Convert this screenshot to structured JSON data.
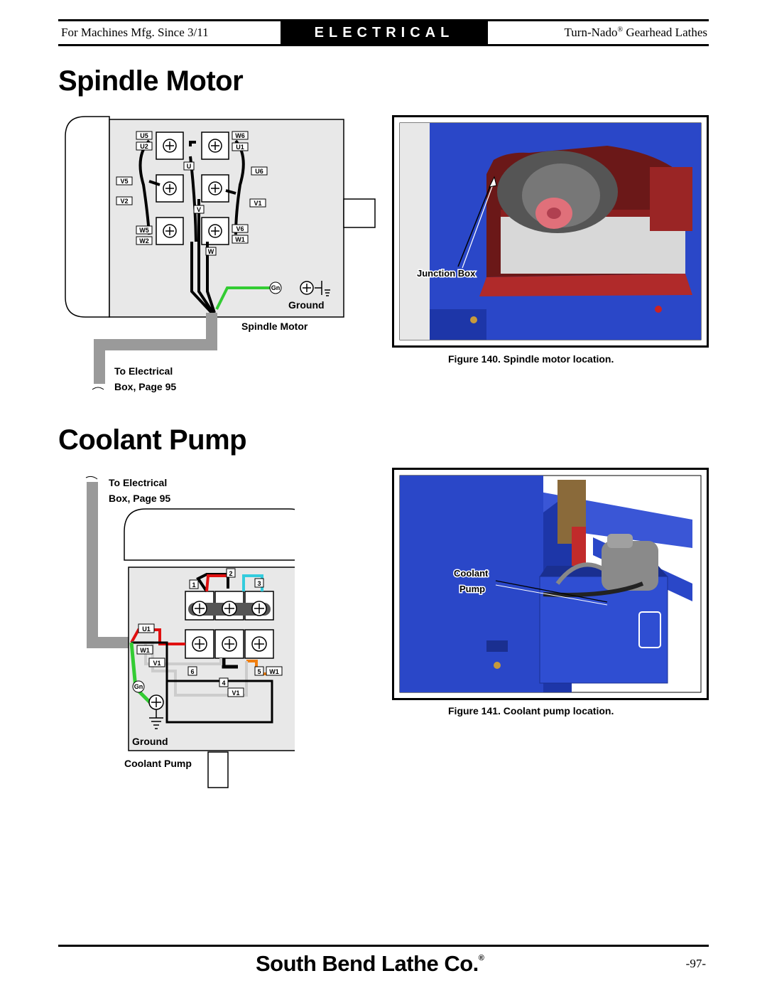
{
  "header": {
    "left": "For Machines Mfg. Since 3/11",
    "tab": "ELECTRICAL",
    "right_prefix": "Turn-Nado",
    "right_reg": "®",
    "right_suffix": " Gearhead Lathes"
  },
  "spindle": {
    "title": "Spindle Motor",
    "diagram": {
      "terminals_left": [
        "U5",
        "U2",
        "V5",
        "V2",
        "W5",
        "W2"
      ],
      "terminals_right": [
        "W6",
        "U1",
        "U6",
        "V1",
        "V6",
        "W1"
      ],
      "terminals_mid": [
        "U",
        "V",
        "W"
      ],
      "gn": "Gn",
      "ground_label": "Ground",
      "motor_label": "Spindle Motor",
      "to_box_line1": "To Electrical",
      "to_box_line2": "Box, Page 95"
    },
    "photo_callout": "Junction Box",
    "caption": "Figure 140. Spindle motor location."
  },
  "coolant": {
    "title": "Coolant Pump",
    "diagram": {
      "to_box_line1": "To Electrical",
      "to_box_line2": "Box, Page 95",
      "numbers": [
        "1",
        "2",
        "3",
        "4",
        "5",
        "6"
      ],
      "tags": [
        "U1",
        "W1",
        "V1",
        "V1",
        "W1"
      ],
      "gn": "Gn",
      "ground_label": "Ground",
      "pump_label": "Coolant Pump"
    },
    "photo_callout_1": "Coolant",
    "photo_callout_2": "Pump",
    "caption": "Figure 141. Coolant pump location."
  },
  "footer": {
    "brand": "South Bend Lathe Co.",
    "brand_mark": "®",
    "page": "-97-"
  },
  "colors": {
    "wire_green": "#33cc33",
    "wire_red": "#e01010",
    "wire_cyan": "#33ccdd",
    "wire_orange": "#f07f10",
    "machine_blue": "#2a47c8"
  }
}
